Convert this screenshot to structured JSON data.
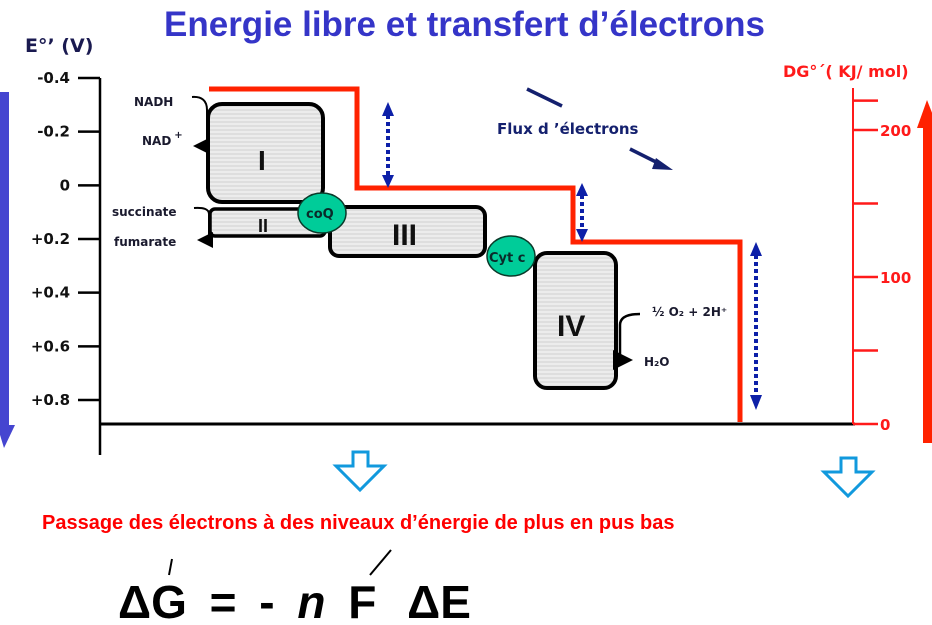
{
  "title": "Energie libre et transfert d’électrons",
  "colors": {
    "title": "#3535c8",
    "energy_line": "#ff2200",
    "right_axis": "#ff1a1a",
    "carrier_fill": "#00cc99",
    "flux_arrow": "#14206e",
    "delta_arrow": "#0d20a8",
    "big_left_arrow": "#4545d0",
    "hollow_arrow": "#1199dd",
    "caption": "#ff0000"
  },
  "left_axis": {
    "label": "E°’ (V)",
    "ticks": [
      {
        "value": -0.4,
        "label": "-0.4"
      },
      {
        "value": -0.2,
        "label": "-0.2"
      },
      {
        "value": 0,
        "label": "0"
      },
      {
        "value": 0.2,
        "label": "+0.2"
      },
      {
        "value": 0.4,
        "label": "+0.4"
      },
      {
        "value": 0.6,
        "label": "+0.6"
      },
      {
        "value": 0.8,
        "label": "+0.8"
      }
    ],
    "range": [
      -0.4,
      0.9
    ],
    "direction_arrow": "down-arrow-icon"
  },
  "right_axis": {
    "label": "DG°´( KJ/ mol)",
    "ticks": [
      {
        "value": 0,
        "label": "0"
      },
      {
        "value": 50,
        "label": ""
      },
      {
        "value": 100,
        "label": "100"
      },
      {
        "value": 150,
        "label": ""
      },
      {
        "value": 200,
        "label": "200"
      },
      {
        "value": 220,
        "label": ""
      }
    ],
    "range": [
      0,
      220
    ],
    "direction_arrow": "up-arrow-icon"
  },
  "substrates": {
    "nadh": "NADH",
    "nad_plus": "NAD",
    "nad_sup": "+",
    "succinate": "succinate",
    "fumarate": "fumarate",
    "oxygen": "½ O₂ + 2H⁺",
    "water": "H₂O"
  },
  "complexes": [
    {
      "id": "I",
      "label": "I"
    },
    {
      "id": "II",
      "label": "II"
    },
    {
      "id": "III",
      "label": "III"
    },
    {
      "id": "IV",
      "label": "IV"
    }
  ],
  "carriers": [
    {
      "id": "coq",
      "label": "coQ"
    },
    {
      "id": "cytc",
      "label": "Cyt c"
    }
  ],
  "energy_steps_kj_mol": [
    {
      "segment": "NADH → coQ",
      "level": 220
    },
    {
      "segment": "coQ → Cyt c",
      "level": 155
    },
    {
      "segment": "Cyt c → O₂",
      "level": 125
    },
    {
      "segment": "after complex IV",
      "level": 0
    }
  ],
  "flux_label": "Flux d ’électrons",
  "caption": "Passage des électrons à des niveaux d’énergie de plus en pus bas",
  "formula": {
    "delta_g": "ΔG",
    "equals": "=",
    "minus": "-",
    "n": "n",
    "f": "F",
    "delta_e": "ΔE"
  }
}
